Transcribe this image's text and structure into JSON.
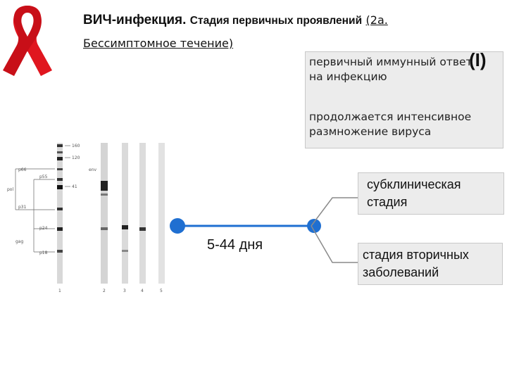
{
  "title": {
    "part1": "ВИЧ-инфекция.",
    "part2": "Стадия первичных проявлений",
    "part3": "(2а.",
    "line2": "Бессимптомное течение)"
  },
  "info_box": {
    "line1": "первичный иммунный ответ",
    "line2": "на инфекцию",
    "line3": "продолжается интенсивное",
    "line4": "размножение вируса",
    "roman": "(I)"
  },
  "timeline": {
    "duration_label": "5-44 дня"
  },
  "stages": {
    "stage1_line1": "субклиническая",
    "stage1_line2": "стадия",
    "stage2_line1": "стадия вторичных",
    "stage2_line2": "заболеваний"
  },
  "blot": {
    "left_labels": [
      "p66",
      "pol",
      "p55",
      "p31",
      "p24",
      "gag",
      "p18"
    ],
    "right_markers": [
      "160",
      "120",
      "41"
    ],
    "env_label": "env",
    "strip_numbers": [
      "1",
      "2",
      "3",
      "4",
      "5"
    ]
  },
  "colors": {
    "ribbon": "#e0161f",
    "timeline_dot": "#1f6fd1",
    "line": "#8a8a8a",
    "box_bg": "#ececec"
  }
}
